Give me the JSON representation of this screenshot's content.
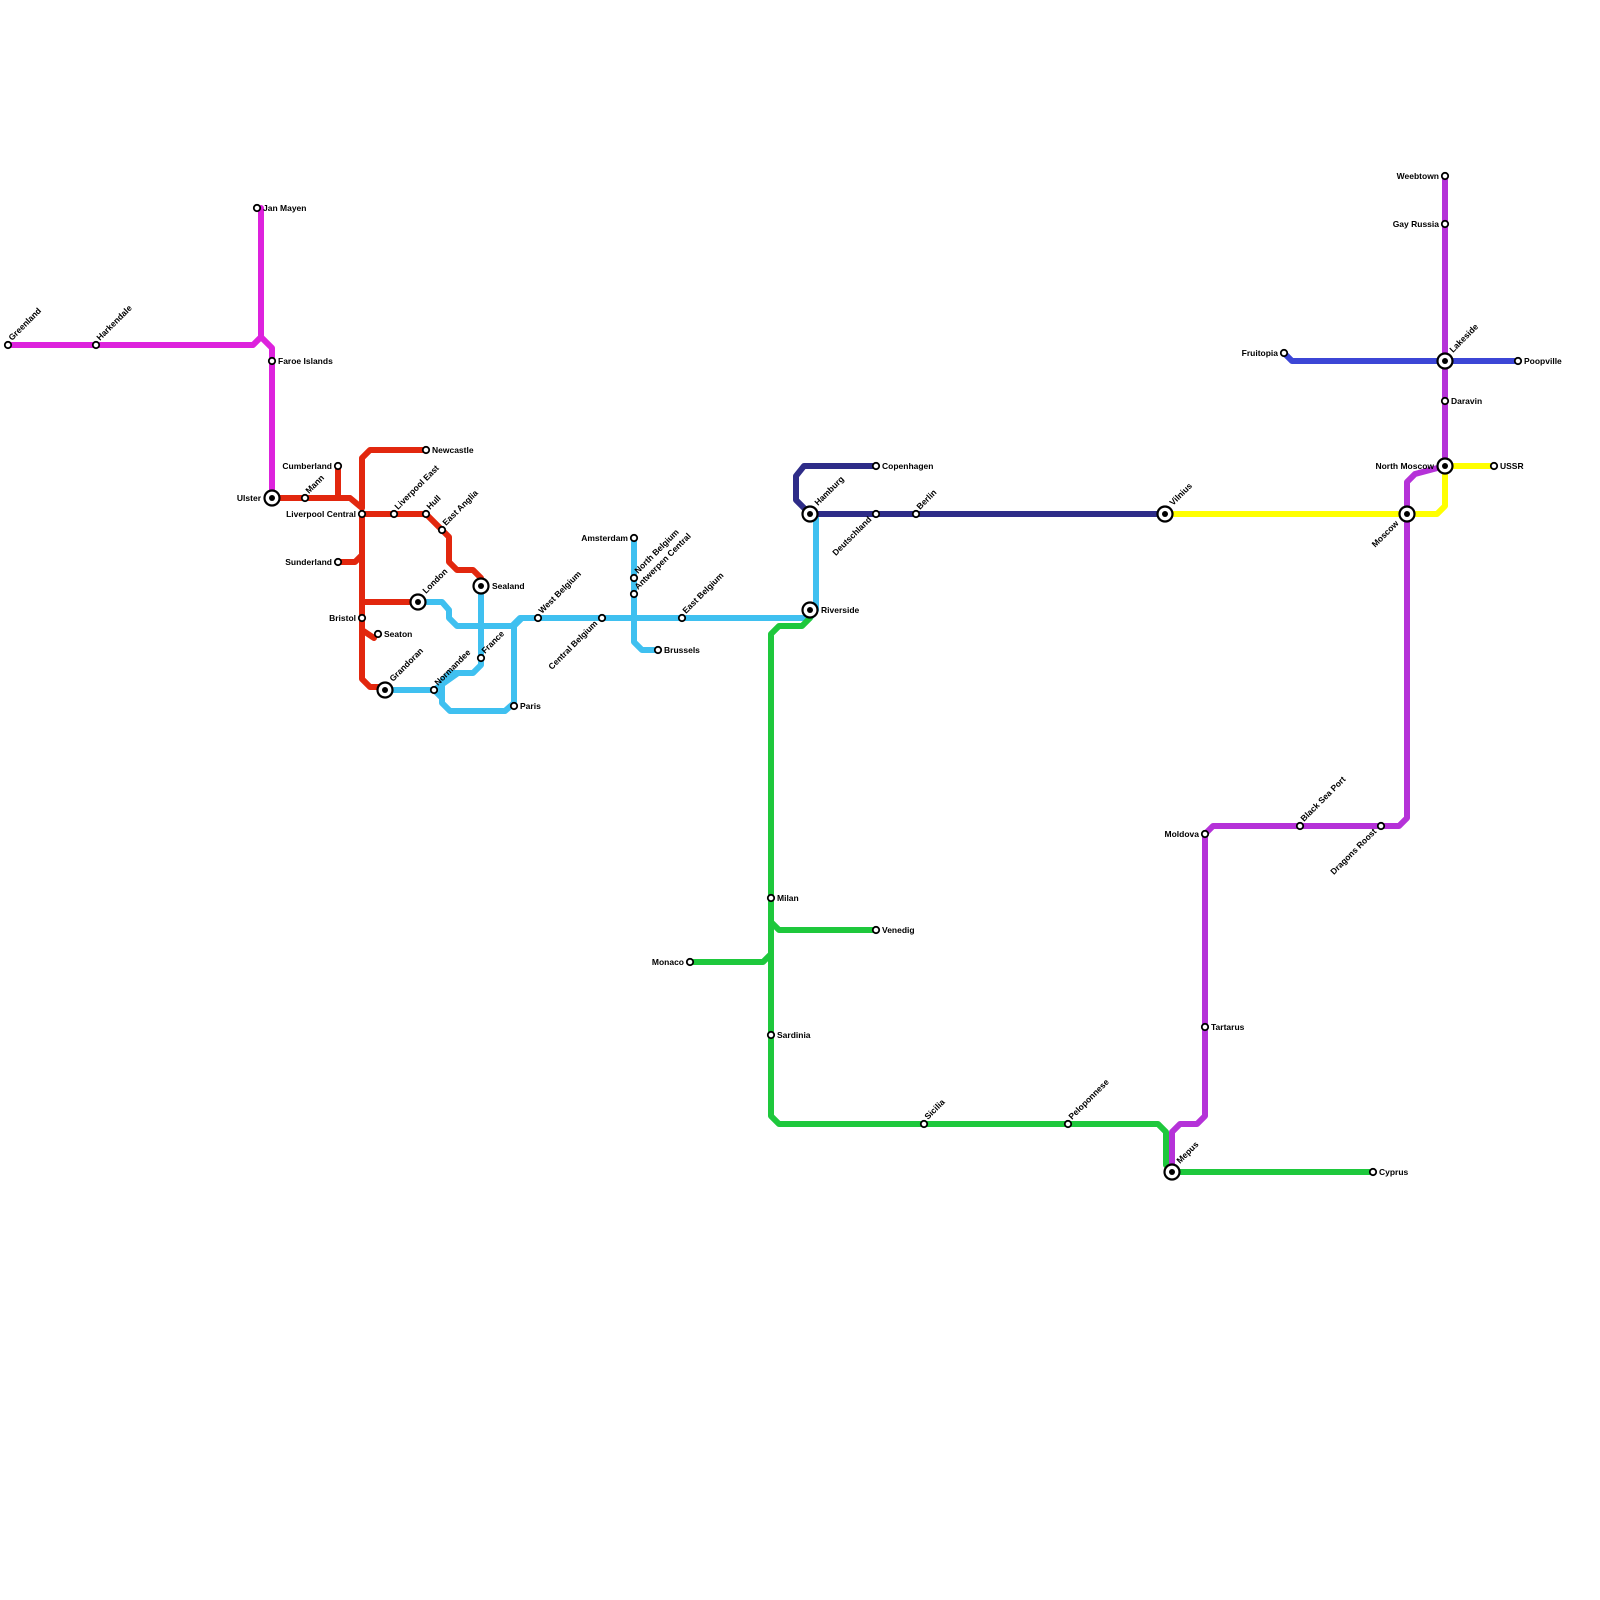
{
  "colors": {
    "magenta": "#dd22dd",
    "red": "#e2270e",
    "lightblue": "#3fc0f0",
    "navy": "#2e2c88",
    "green": "#1ec83c",
    "yellow": "#ffff00",
    "purple": "#b532d8",
    "royalblue": "#3c46d6"
  },
  "stations": {
    "greenland": "Greenland",
    "harkendale": "Harkendale",
    "jan_mayen": "Jan Mayen",
    "faroe_islands": "Faroe Islands",
    "ulster": "Ulster",
    "mann": "Mann",
    "cumberland": "Cumberland",
    "newcastle": "Newcastle",
    "liverpool_central": "Liverpool Central",
    "liverpool_east": "Liverpool East",
    "hull": "Hull",
    "east_anglia": "East Anglia",
    "sunderland": "Sunderland",
    "london": "London",
    "sealand": "Sealand",
    "bristol": "Bristol",
    "seaton": "Seaton",
    "grandoran": "Grandoran",
    "normandee": "Normandee",
    "france": "France",
    "paris": "Paris",
    "west_belgium": "West Belgium",
    "central_belgium": "Central Belgium",
    "amsterdam": "Amsterdam",
    "north_belgium": "North Belgium",
    "antwerpen_central": "Antwerpen Central",
    "brussels": "Brussels",
    "east_belgium": "East Belgium",
    "riverside": "Riverside",
    "hamburg": "Hamburg",
    "copenhagen": "Copenhagen",
    "deutschland": "Deutschland",
    "berlin": "Berlin",
    "vilnius": "Vilnius",
    "milan": "Milan",
    "venedig": "Venedig",
    "monaco": "Monaco",
    "sardinia": "Sardinia",
    "sicilia": "Sicilia",
    "peloponnese": "Peloponnese",
    "mepus": "Mepus",
    "cyprus": "Cyprus",
    "tartarus": "Tartarus",
    "moldova": "Moldova",
    "black_sea_port": "Black Sea Port",
    "dragons_roost": "Dragons Roost",
    "moscow": "Moscow",
    "north_moscow": "North Moscow",
    "ussr": "USSR",
    "daravin": "Daravin",
    "lakeside": "Lakeside",
    "poopville": "Poopville",
    "fruitopia": "Fruitopia",
    "gay_russia": "Gay Russia",
    "weebtown": "Weebtown"
  }
}
